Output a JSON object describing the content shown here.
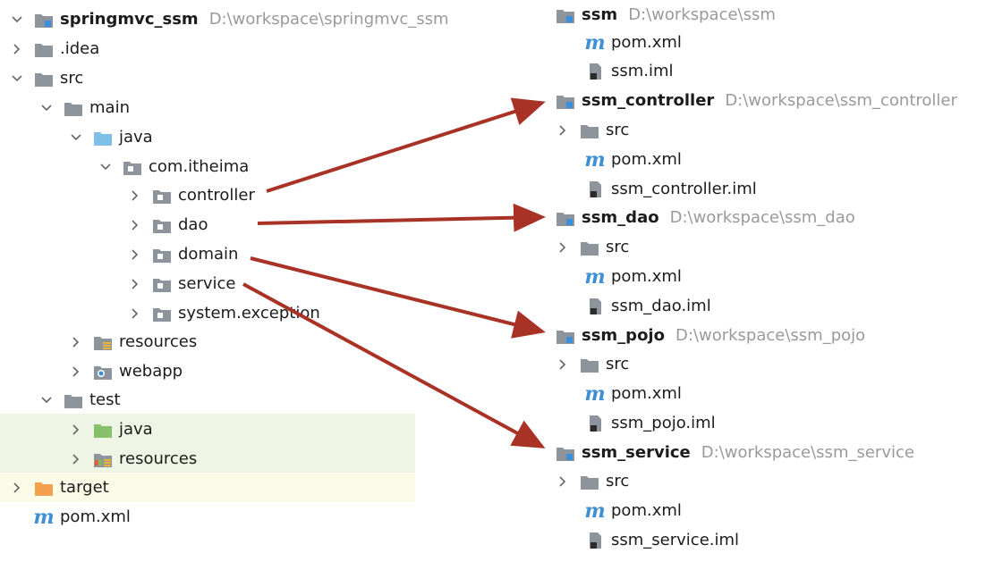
{
  "left_tree": {
    "project": {
      "name": "springmvc_ssm",
      "path": "D:\\workspace\\springmvc_ssm"
    },
    "idea": ".idea",
    "src": "src",
    "main": "main",
    "java": "java",
    "package": "com.itheima",
    "packages": [
      "controller",
      "dao",
      "domain",
      "service",
      "system.exception"
    ],
    "resources": "resources",
    "webapp": "webapp",
    "test": "test",
    "test_java": "java",
    "test_resources": "resources",
    "target": "target",
    "pom": "pom.xml"
  },
  "right_tree": {
    "ssm": {
      "name": "ssm",
      "path": "D:\\workspace\\ssm",
      "pom": "pom.xml",
      "iml": "ssm.iml"
    },
    "modules": [
      {
        "name": "ssm_controller",
        "path": "D:\\workspace\\ssm_controller",
        "src": "src",
        "pom": "pom.xml",
        "iml": "ssm_controller.iml"
      },
      {
        "name": "ssm_dao",
        "path": "D:\\workspace\\ssm_dao",
        "src": "src",
        "pom": "pom.xml",
        "iml": "ssm_dao.iml"
      },
      {
        "name": "ssm_pojo",
        "path": "D:\\workspace\\ssm_pojo",
        "src": "src",
        "pom": "pom.xml",
        "iml": "ssm_pojo.iml"
      },
      {
        "name": "ssm_service",
        "path": "D:\\workspace\\ssm_service",
        "src": "src",
        "pom": "pom.xml",
        "iml": "ssm_service.iml"
      }
    ]
  },
  "colors": {
    "arrow": "#a93226",
    "folder": "#8d949c",
    "source_folder": "#7fc0e8",
    "test_folder": "#86c06a",
    "excluded_folder": "#f5a04d",
    "module_marker": "#3a8fd8",
    "path_text": "#9a9a9a"
  },
  "icons": [
    "chevron-right-icon",
    "chevron-down-icon",
    "folder-icon",
    "module-folder-icon",
    "source-folder-icon",
    "package-icon",
    "resources-folder-icon",
    "web-folder-icon",
    "test-source-folder-icon",
    "test-resources-folder-icon",
    "excluded-folder-icon",
    "maven-icon",
    "iml-file-icon"
  ]
}
